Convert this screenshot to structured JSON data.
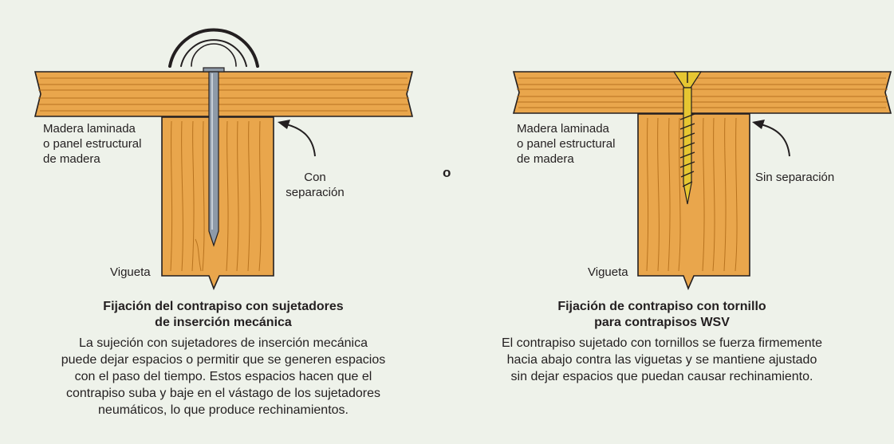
{
  "or_label": "o",
  "left": {
    "plywood_label": "Madera laminada\no panel estructural\nde madera",
    "gap_label": "Con\nseparación",
    "joist_label": "Vigueta",
    "caption_title": "Fijación del contrapiso con sujetadores\nde inserción mecánica",
    "caption_body": "La sujeción con sujetadores de inserción mecánica\npuede dejar espacios o permitir que se generen espacios\ncon el paso del tiempo. Estos espacios hacen que el\ncontrapiso suba y baje en el vástago de los sujetadores\nneumáticos, lo que produce rechinamientos."
  },
  "right": {
    "plywood_label": "Madera laminada\no panel estructural\nde madera",
    "gap_label": "Sin separación",
    "joist_label": "Vigueta",
    "caption_title": "Fijación de contrapiso con tornillo\npara contrapisos WSV",
    "caption_body": "El contrapiso sujetado con tornillos se fuerza firmemente\nhacia abajo contra las viguetas y se mantiene ajustado\nsin dejar espacios que puedan causar rechinamiento."
  },
  "colors": {
    "background": "#eef2ea",
    "wood": "#e9a64c",
    "wood_grain": "#b8731f",
    "nail": "#8e9aa8",
    "screw": "#e6c631",
    "outline": "#231f20"
  }
}
